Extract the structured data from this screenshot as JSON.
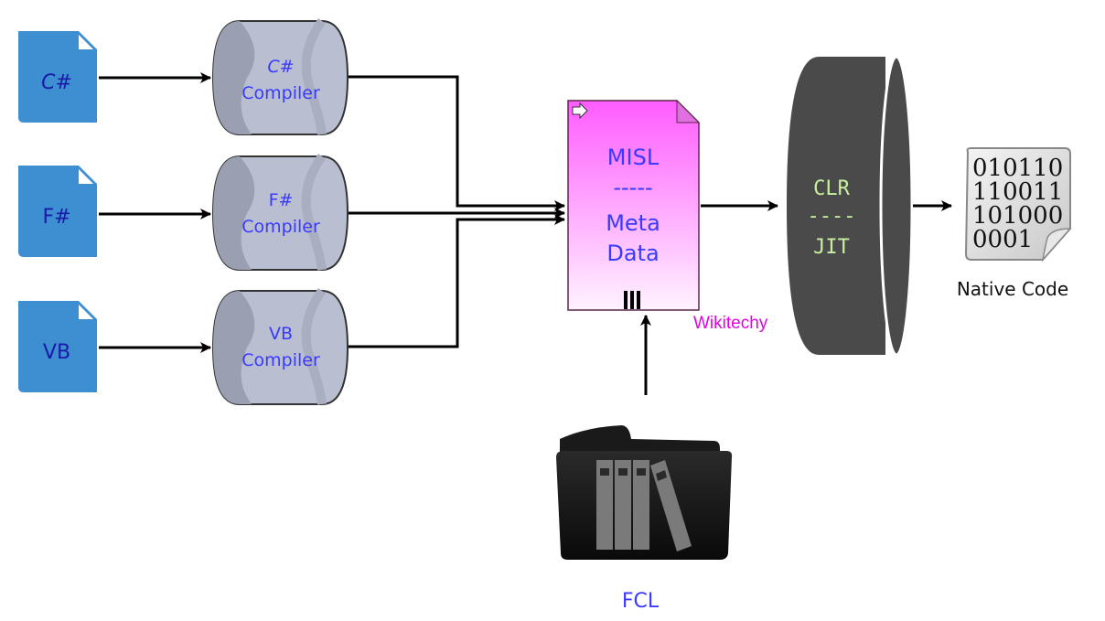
{
  "diagram": {
    "title": "CLR compilation flow",
    "sources": [
      {
        "label": "C#"
      },
      {
        "label": "F#"
      },
      {
        "label": "VB"
      }
    ],
    "compilers": [
      {
        "line1": "C#",
        "line2": "Compiler"
      },
      {
        "line1": "F#",
        "line2": "Compiler"
      },
      {
        "line1": "VB",
        "line2": "Compiler"
      }
    ],
    "misl": {
      "line1": "MISL",
      "line2": "-----",
      "line3": "Meta",
      "line4": "Data"
    },
    "clr": {
      "line1": "CLR",
      "line2": "----",
      "line3": "JIT"
    },
    "native": {
      "binary_lines": [
        "010110",
        "110011",
        "101000",
        "0001"
      ],
      "label": "Native Code"
    },
    "fcl": {
      "label": "FCL"
    },
    "watermark": "Wikitechy",
    "colors": {
      "source_file": "#3d8fd1",
      "compiler_fill": "#b9bfd0",
      "misl_top": "#ff66ff",
      "misl_bottom": "#fff0ff",
      "clr_drum": "#4a4a4a",
      "text_blue": "#3a3aff",
      "watermark": "#e600e6"
    }
  }
}
